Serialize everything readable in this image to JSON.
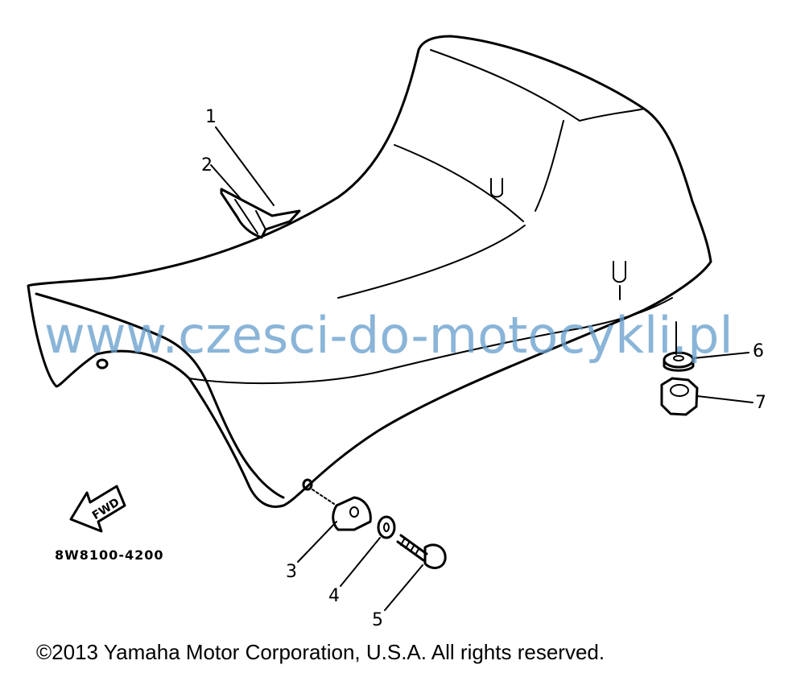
{
  "diagram": {
    "part_number": "8W8100-4200",
    "fwd_label": "FWD",
    "callouts": [
      "1",
      "2",
      "3",
      "4",
      "5",
      "6",
      "7"
    ],
    "watermark": "www.czesci-do-motocykli.pl",
    "copyright": "©2013 Yamaha Motor Corporation, U.S.A. All rights reserved."
  }
}
